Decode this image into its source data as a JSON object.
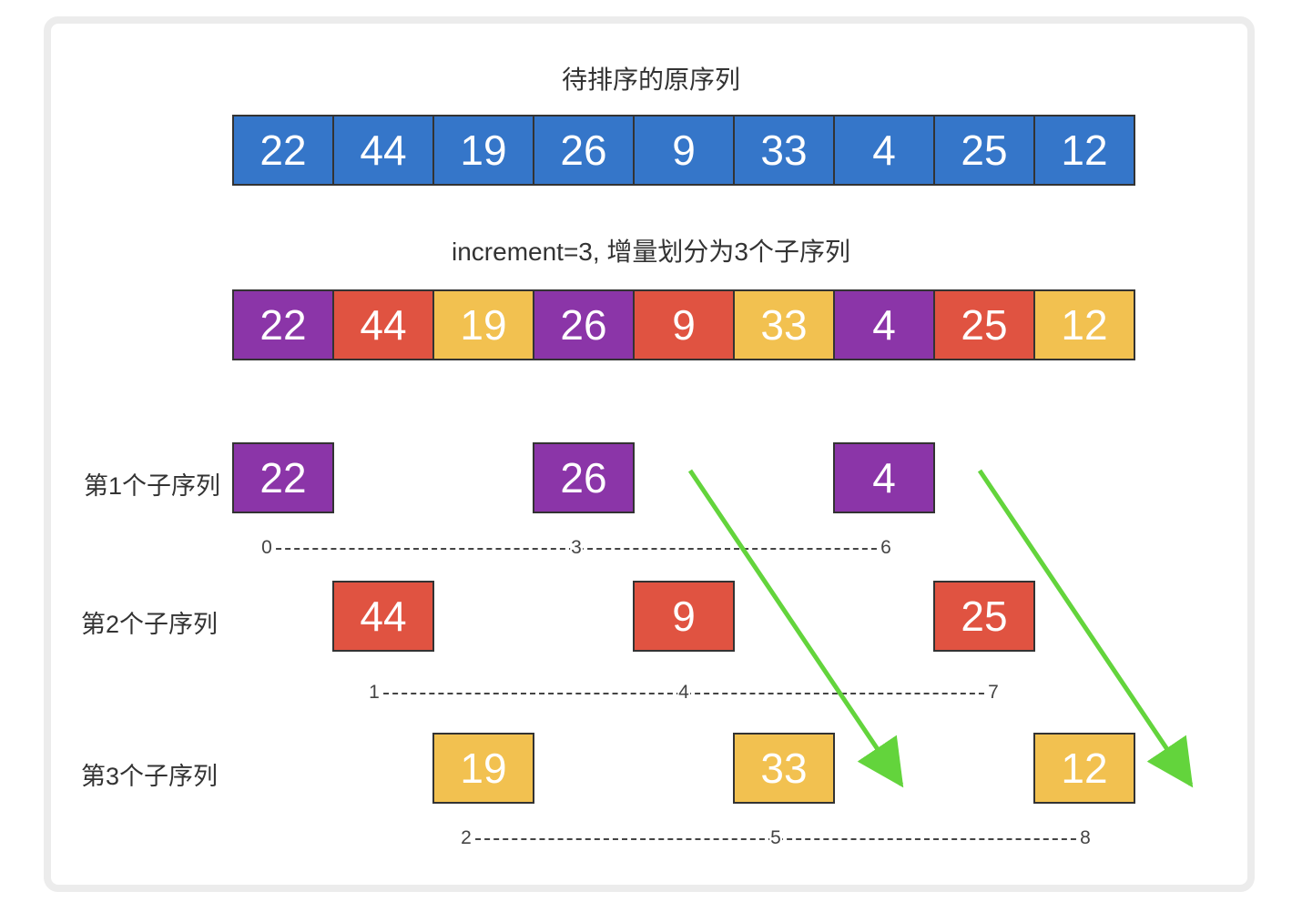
{
  "title_original": "待排序的原序列",
  "title_increment": "increment=3, 增量划分为3个子序列",
  "original": [
    "22",
    "44",
    "19",
    "26",
    "9",
    "33",
    "4",
    "25",
    "12"
  ],
  "grouped": [
    "22",
    "44",
    "19",
    "26",
    "9",
    "33",
    "4",
    "25",
    "12"
  ],
  "group_of": [
    0,
    1,
    2,
    0,
    1,
    2,
    0,
    1,
    2
  ],
  "colors": {
    "blue": "#3576c9",
    "groups": [
      "#8b35a8",
      "#e05341",
      "#f2c150"
    ],
    "arrow": "#63d43c",
    "border": "#333333"
  },
  "subsequences": [
    {
      "label": "第1个子序列",
      "values": [
        "22",
        "26",
        "4"
      ],
      "indices": [
        "0",
        "3",
        "6"
      ]
    },
    {
      "label": "第2个子序列",
      "values": [
        "44",
        "9",
        "25"
      ],
      "indices": [
        "1",
        "4",
        "7"
      ]
    },
    {
      "label": "第3个子序列",
      "values": [
        "19",
        "33",
        "12"
      ],
      "indices": [
        "2",
        "5",
        "8"
      ]
    }
  ]
}
